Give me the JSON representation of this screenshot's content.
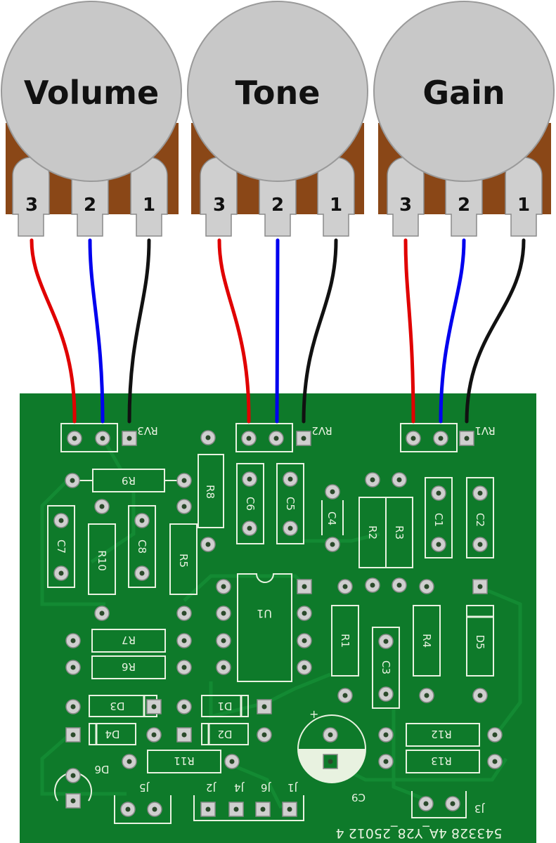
{
  "pots": [
    {
      "label": "Volume",
      "pins": [
        "3",
        "2",
        "1"
      ]
    },
    {
      "label": "Tone",
      "pins": [
        "3",
        "2",
        "1"
      ]
    },
    {
      "label": "Gain",
      "pins": [
        "3",
        "2",
        "1"
      ]
    }
  ],
  "board": {
    "serial": "543328 4A_Y28_25012 4",
    "refs": {
      "rv3": "RV3",
      "rv2": "RV2",
      "rv1": "RV1",
      "r9": "R9",
      "r8": "R8",
      "c6": "C6",
      "c5": "C5",
      "c4": "C4",
      "r2": "R2",
      "r3": "R3",
      "c1": "C1",
      "c2": "C2",
      "c7": "C7",
      "r10": "R10",
      "c8": "C8",
      "r5": "R5",
      "u1": "U1",
      "r7": "R7",
      "r6": "R6",
      "r1": "R1",
      "c3": "C3",
      "r4": "R4",
      "d5": "D5",
      "d3": "D3",
      "d1": "D1",
      "d4": "D4",
      "d2": "D2",
      "r12": "R12",
      "r13": "R13",
      "r11": "R11",
      "c9": "C9",
      "d6": "D6",
      "j5": "J5",
      "j2": "J2",
      "j4": "J4",
      "j6": "J6",
      "j1": "J1",
      "j3": "J3"
    }
  },
  "colors": {
    "pcb": "#0e7a2a",
    "pad": "#d6d6d6",
    "wire_red": "#e00000",
    "wire_blue": "#0000ee",
    "wire_black": "#111111",
    "pot_body": "#8a4717",
    "knob": "#c8c8c8"
  }
}
